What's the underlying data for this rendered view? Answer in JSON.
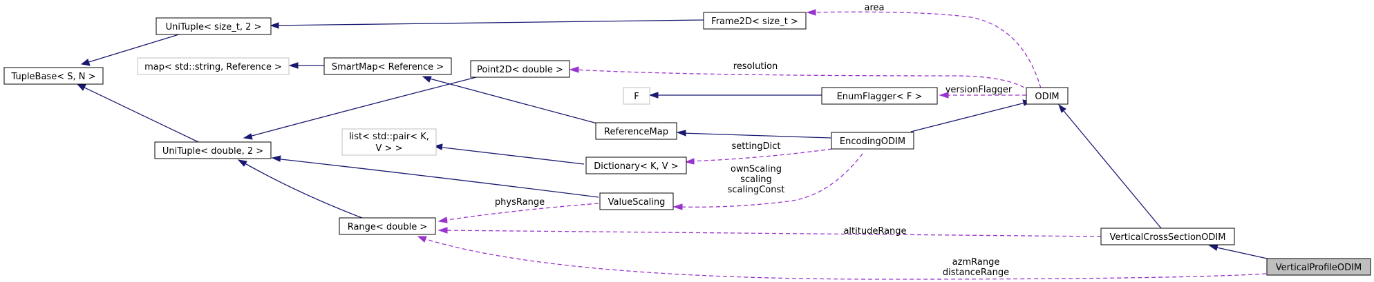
{
  "nodes": {
    "tuplebase": "TupleBase< S, N >",
    "unituple_size": "UniTuple< size_t, 2 >",
    "unituple_double": "UniTuple< double, 2 >",
    "map_string": "map< std::string, Reference >",
    "smartmap": "SmartMap< Reference >",
    "point2d": "Point2D< double >",
    "frame2d": "Frame2D< size_t >",
    "f": "F",
    "enumflagger": "EnumFlagger< F >",
    "odim": "ODIM",
    "referencemap": "ReferenceMap",
    "encodingodim": "EncodingODIM",
    "list_pair_1": "list< std::pair< K,",
    "list_pair_2": "V > >",
    "dictionary": "Dictionary< K, V >",
    "valuescaling": "ValueScaling",
    "range": "Range< double >",
    "verticalcross": "VerticalCrossSectionODIM",
    "verticalprofile": "VerticalProfileODIM"
  },
  "edge_labels": {
    "area": "area",
    "resolution": "resolution",
    "versionFlagger": "versionFlagger",
    "settingDict": "settingDict",
    "ownScaling": "ownScaling",
    "scaling": "scaling",
    "scalingConst": "scalingConst",
    "physRange": "physRange",
    "altitudeRange": "altitudeRange",
    "azmRange": "azmRange",
    "distanceRange": "distanceRange"
  }
}
